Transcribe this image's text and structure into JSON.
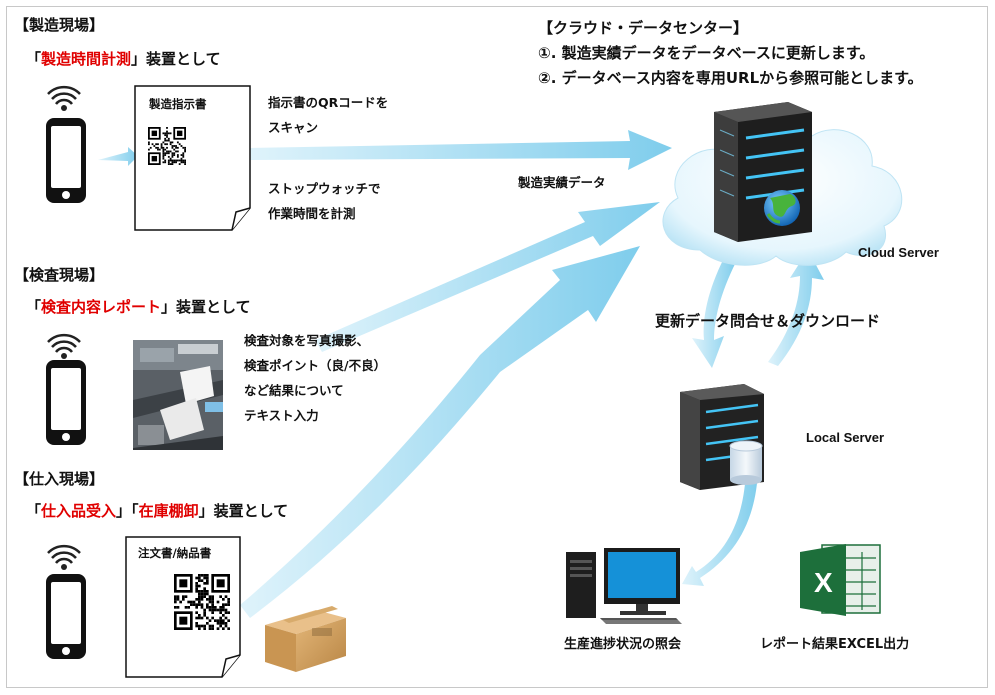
{
  "sections": {
    "manufacturing": {
      "title": "【製造現場】",
      "quote_open": "「",
      "device_name": "製造時間計測",
      "quote_close": "」",
      "suffix": "装置として",
      "document_title": "製造指示書",
      "scan_text": [
        "指示書のQRコードを",
        "スキャン"
      ],
      "timer_text": [
        "ストップウォッチで",
        "作業時間を計測"
      ]
    },
    "inspection": {
      "title": "【検査現場】",
      "quote_open": "「",
      "device_name": "検査内容レポート",
      "quote_close": "」",
      "suffix": "装置として",
      "description": [
        "検査対象を写真撮影、",
        "検査ポイント（良/不良）",
        "など結果について",
        "テキスト入力"
      ]
    },
    "purchasing": {
      "title": "【仕入現場】",
      "quote_open1": "「",
      "device_name1": "仕入品受入",
      "quote_close1": "」",
      "quote_open2": "「",
      "device_name2": "在庫棚卸",
      "quote_close2": "」",
      "suffix": "装置として",
      "document_title": "注文書/納品書"
    }
  },
  "cloud": {
    "title": "【クラウド・データセンター】",
    "items": [
      "①. 製造実績データをデータベースに更新します。",
      "②. データベース内容を専用URLから参照可能とします。"
    ],
    "server_label": "Cloud Server"
  },
  "flow": {
    "upload_label": "製造実績データ",
    "sync_label": "更新データ問合せ＆ダウンロード"
  },
  "local": {
    "server_label": "Local Server",
    "pc_label": "生産進捗状況の照会",
    "excel_label": "レポート結果EXCEL出力",
    "excel_letter": "X"
  },
  "colors": {
    "arrow": "#8ed3ef",
    "accent_red": "#e00000",
    "server_dark": "#2b2b2b",
    "server_light": "#4dc3f2",
    "excel_green": "#1d6f3b"
  }
}
